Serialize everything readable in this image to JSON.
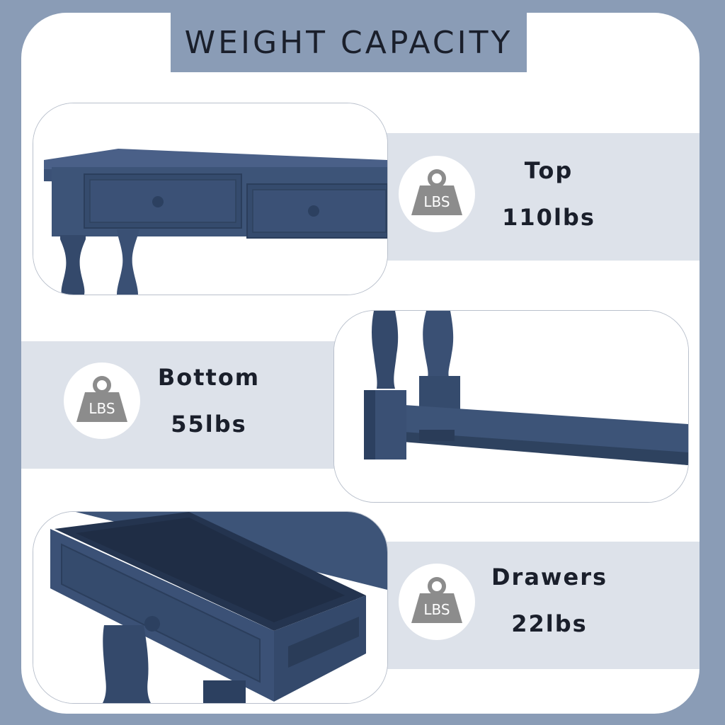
{
  "title": "WEIGHT CAPACITY",
  "colors": {
    "background": "#8a9cb6",
    "band": "#dde2ea",
    "furniture": "#3d5478",
    "icon": "#8c8c8c"
  },
  "icon_text": "LBS",
  "sections": [
    {
      "name": "Top",
      "weight": "110lbs",
      "icon": "weight-icon"
    },
    {
      "name": "Bottom",
      "weight": "55lbs",
      "icon": "weight-icon"
    },
    {
      "name": "Drawers",
      "weight": "22lbs",
      "icon": "weight-icon"
    }
  ]
}
